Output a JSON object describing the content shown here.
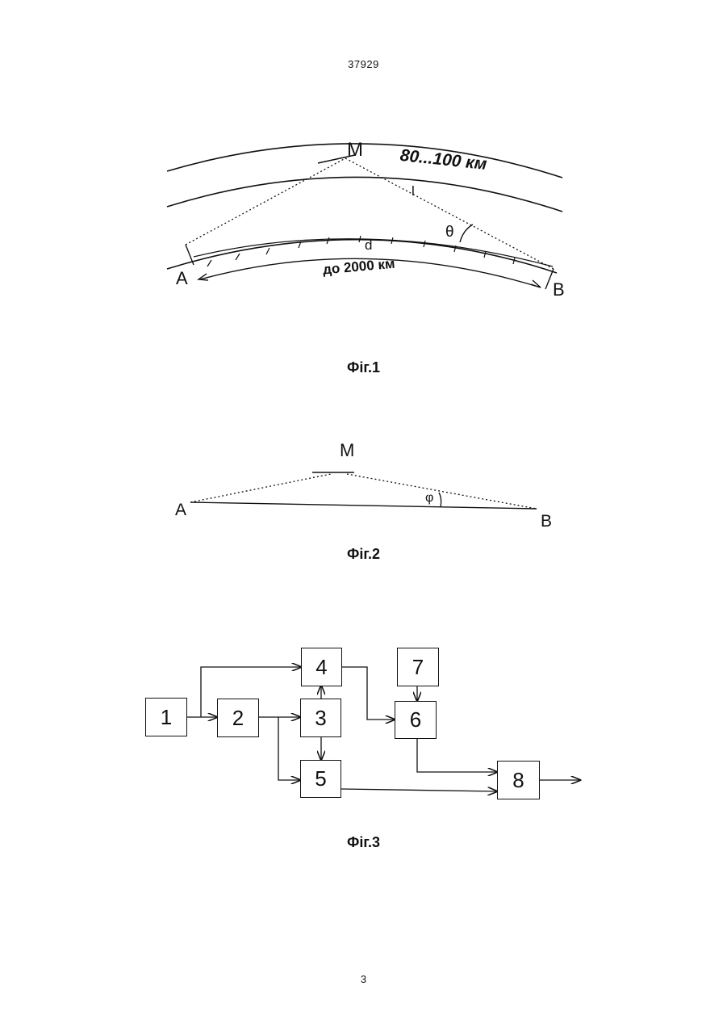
{
  "header": {
    "doc_number": "37929"
  },
  "footer": {
    "page_number": "3"
  },
  "fig1": {
    "caption": "Фіг.1",
    "label_m": "M",
    "label_altitude": "80...100 км",
    "label_l": "l",
    "label_theta": "θ",
    "label_d": "d",
    "label_distance": "до 2000 км",
    "label_a": "A",
    "label_b": "B"
  },
  "fig2": {
    "caption": "Фіг.2",
    "label_m": "M",
    "label_phi": "φ",
    "label_a": "A",
    "label_b": "B"
  },
  "fig3": {
    "caption": "Фіг.3",
    "blocks": [
      "1",
      "2",
      "3",
      "4",
      "5",
      "6",
      "7",
      "8"
    ]
  }
}
